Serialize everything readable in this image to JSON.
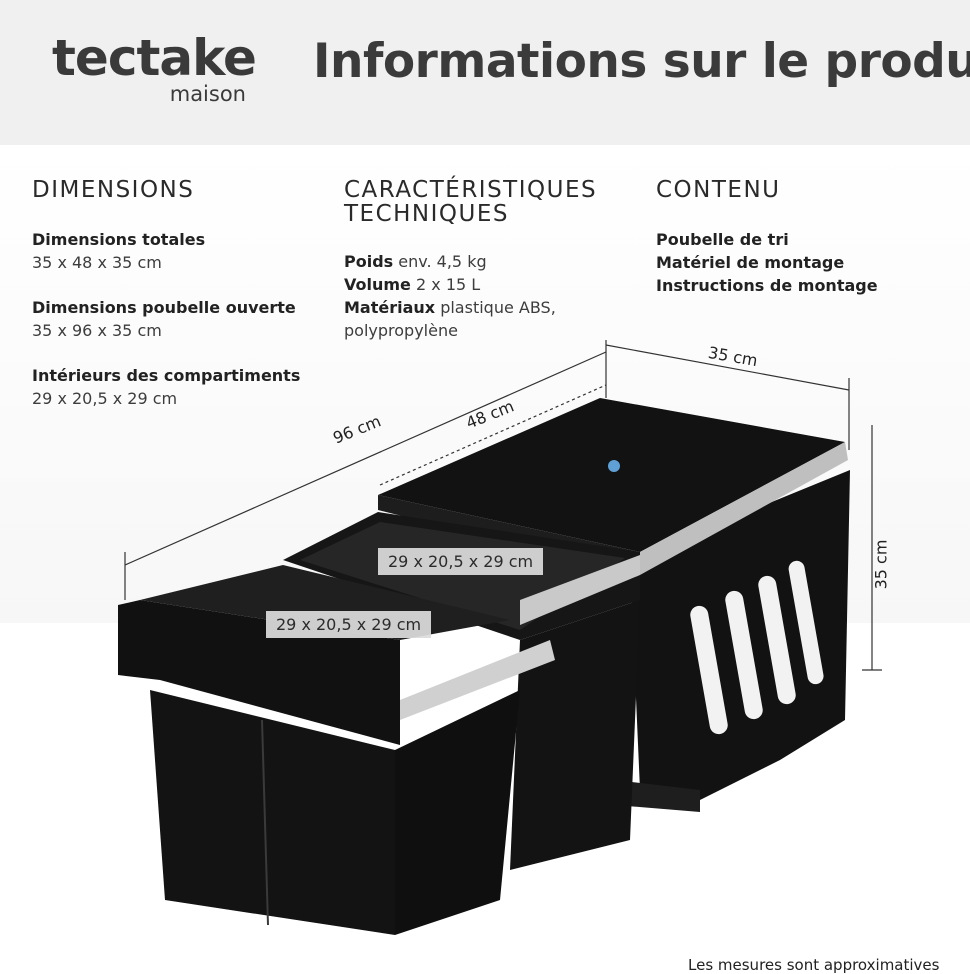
{
  "brand": {
    "name": "tectake",
    "sub": "maison"
  },
  "page_title": "Informations sur le produit",
  "dimensions": {
    "title": "DIMENSIONS",
    "items": [
      {
        "label": "Dimensions totales",
        "value": "35 x 48 x 35 cm"
      },
      {
        "label": "Dimensions poubelle ouverte",
        "value": "35 x 96 x 35 cm"
      },
      {
        "label": "Intérieurs des compartiments",
        "value": "29 x 20,5 x 29 cm"
      }
    ]
  },
  "specs": {
    "title_line1": "CARACTÉRISTIQUES",
    "title_line2": "TECHNIQUES",
    "items": [
      {
        "label": "Poids",
        "value": "env. 4,5 kg"
      },
      {
        "label": "Volume",
        "value": "2 x 15 L"
      },
      {
        "label": "Matériaux",
        "value": "plastique ABS, polypropylène"
      }
    ]
  },
  "contents": {
    "title": "CONTENU",
    "items": [
      "Poubelle de tri",
      "Matériel de montage",
      "Instructions de montage"
    ]
  },
  "measure_labels": {
    "length_open": "96 cm",
    "length_closed": "48 cm",
    "width": "35 cm",
    "height": "35 cm",
    "compartment_back": "29 x 20,5 x 29 cm",
    "compartment_front": "29 x 20,5 x 29 cm"
  },
  "footnote": "Les mesures sont approximatives",
  "colors": {
    "header_bg": "#f0f0f0",
    "product_black": "#141414",
    "label_bg": "#dcdcdc"
  }
}
